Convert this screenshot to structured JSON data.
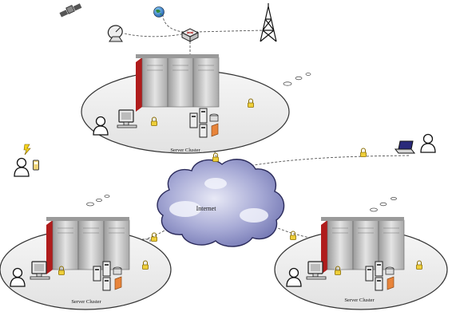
{
  "labels": {
    "cloud": "Internet",
    "cluster_top": "Server Cluster",
    "cluster_left": "Server Cluster",
    "cluster_right": "Server Cluster"
  },
  "icons": {
    "satellite": "satellite-icon",
    "dish": "satellite-dish-icon",
    "globe": "globe-icon",
    "router": "router-icon",
    "tower": "radio-tower-icon",
    "cloud": "cloud-icon",
    "laptop": "laptop-icon",
    "mobile": "mobile-phone-icon",
    "user": "user-icon"
  },
  "colors": {
    "cloud_fill": "#8c90c4",
    "cloud_light": "#d8daee",
    "rack_red": "#b21e1e",
    "rack_grey": "#c8c8c8",
    "ellipse": "#ececec",
    "lock": "#e8c832"
  }
}
